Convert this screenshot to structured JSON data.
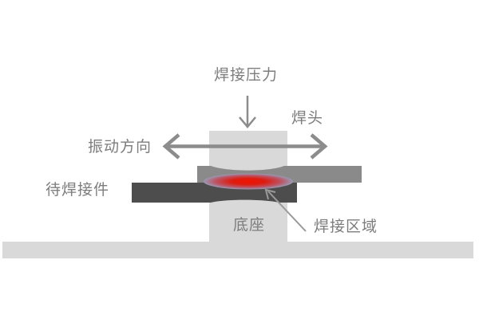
{
  "labels": {
    "welding_pressure": "焊接压力",
    "horn": "焊头",
    "vibration_direction": "振动方向",
    "workpieces_to_weld": "待焊接件",
    "base": "底座",
    "weld_zone": "焊接区域"
  },
  "colors": {
    "background": "#ffffff",
    "label_text": "#7d7d7d",
    "arrow": "#8c8c8c",
    "leader_line": "#9a9a9a",
    "horn_block": "#d9d9d9",
    "base_block": "#d9d9d9",
    "floor": "#d9d9d9",
    "upper_plate": "#8a8a8a",
    "lower_plate": "#4d4d4d",
    "weld_center": "#f01300",
    "weld_mid": "#dd1c10",
    "weld_outer": "#bb5464",
    "weld_edge": "#9a9ab4"
  }
}
